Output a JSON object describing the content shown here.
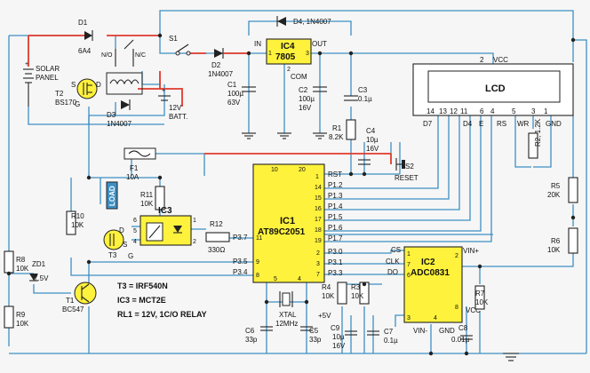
{
  "components": {
    "solar": {
      "label1": "SOLAR",
      "label2": "PANEL"
    },
    "d1": {
      "name": "D1",
      "value": "6A4"
    },
    "relay": {
      "no": "N/O",
      "nc": "N/C"
    },
    "t2": {
      "name": "T2",
      "value": "BS170",
      "s": "S",
      "d": "D",
      "g": "G"
    },
    "d3": {
      "name": "D3",
      "value": "1N4007"
    },
    "battery": {
      "label1": "12V",
      "label2": "BATT."
    },
    "s1": {
      "name": "S1"
    },
    "d2": {
      "name": "D2",
      "value": "1N4007"
    },
    "d4": {
      "label": "D4, 1N4007"
    },
    "ic4": {
      "name": "IC4",
      "part": "7805",
      "in": "IN",
      "out": "OUT",
      "pin1": "1",
      "pin2": "2",
      "pin3": "3",
      "com": "COM"
    },
    "c1": {
      "name": "C1",
      "value": "100µ",
      "voltage": "63V"
    },
    "c2": {
      "name": "C2",
      "value": "100µ",
      "voltage": "16V"
    },
    "c3": {
      "name": "C3",
      "value": "0.1µ"
    },
    "r1": {
      "name": "R1",
      "value": "8.2K"
    },
    "c4": {
      "name": "C4",
      "value": "10µ",
      "voltage": "16V"
    },
    "s2": {
      "name": "S2",
      "value": "RESET"
    },
    "lcd": {
      "name": "LCD",
      "vccpin": "2",
      "vcc": "VCC",
      "pins": [
        "14",
        "13",
        "12",
        "11",
        "6",
        "4",
        "5",
        "3",
        "1"
      ],
      "d7": "D7",
      "d4": "D4",
      "e": "E",
      "rs": "RS",
      "wr": "WR",
      "gnd": "GND"
    },
    "r2": {
      "label": "R2, 1.2K"
    },
    "r5": {
      "name": "R5",
      "value": "20K"
    },
    "r6": {
      "name": "R6",
      "value": "10K"
    },
    "f1": {
      "name": "F1",
      "value": "10A"
    },
    "load": {
      "label": "LOAD"
    },
    "r11": {
      "name": "R11",
      "value": "10K"
    },
    "r10": {
      "name": "R10",
      "value": "10K"
    },
    "ic3": {
      "name": "IC3",
      "pin6": "6",
      "pin5": "5",
      "pin4": "4",
      "pin1": "1",
      "pin2": "2"
    },
    "r12": {
      "name": "R12",
      "value": "330Ω"
    },
    "t3": {
      "name": "T3",
      "d": "D",
      "s": "S",
      "g": "G"
    },
    "ic1": {
      "name": "IC1",
      "part": "AT89C2051",
      "pin10": "10",
      "pin20": "20",
      "rst": "RST",
      "pin1": "1",
      "p12": "P1.2",
      "pin14": "14",
      "p13": "P1.3",
      "pin15": "15",
      "p14": "P1.4",
      "pin16": "16",
      "p15": "P1.5",
      "pin17": "17",
      "p16": "P1.6",
      "pin18": "18",
      "p17": "P1.7",
      "pin19": "19",
      "p30": "P3.0",
      "pin2": "2",
      "p31": "P3.1",
      "pin3": "3",
      "p33": "P3.3",
      "pin7": "7",
      "p37": "P3.7",
      "pin11": "11",
      "p35": "P3.5",
      "pin9": "9",
      "p34": "P3.4",
      "pin8": "8",
      "pin5": "5",
      "pin4": "4"
    },
    "xtal": {
      "label": "XTAL",
      "value": "12MHz"
    },
    "c6": {
      "name": "C6",
      "value": "33p"
    },
    "c5": {
      "name": "C5",
      "value": "33p"
    },
    "r4": {
      "name": "R4",
      "value": "10K"
    },
    "r3": {
      "name": "R3",
      "value": "10K"
    },
    "supply": {
      "label": "+5V"
    },
    "c9": {
      "name": "C9",
      "value": "10µ",
      "voltage": "16V"
    },
    "c7": {
      "name": "C7",
      "value": "0.1µ"
    },
    "ic2": {
      "name": "IC2",
      "part": "ADC0831",
      "cs": "CS",
      "pin1": "1",
      "clk": "CLK",
      "pin7": "7",
      "do": "DO",
      "pin6": "6",
      "pin3": "3",
      "pin4": "4",
      "pin2": "2",
      "pin8": "8",
      "vinplus": "VIN+",
      "vinminus": "VIN-",
      "gnd": "GND",
      "vcc": "VCC"
    },
    "r7": {
      "name": "R7",
      "value": "10K"
    },
    "c8": {
      "name": "C8",
      "value": "0.01µ"
    },
    "r8": {
      "name": "R8",
      "value": "10K"
    },
    "r9": {
      "name": "R9",
      "value": "10K"
    },
    "zd1": {
      "name": "ZD1",
      "value": "7.5V"
    },
    "t1": {
      "name": "T1",
      "value": "BC547"
    }
  },
  "notes": [
    "T3 = IRF540N",
    "IC3 = MCT2E",
    "RL1 = 12V, 1C/O RELAY"
  ],
  "colors": {
    "wire": "#3d8fc4",
    "power_wire": "#e03a2c",
    "chip_fill": "#fff23c",
    "background": "#f6f6f6"
  }
}
